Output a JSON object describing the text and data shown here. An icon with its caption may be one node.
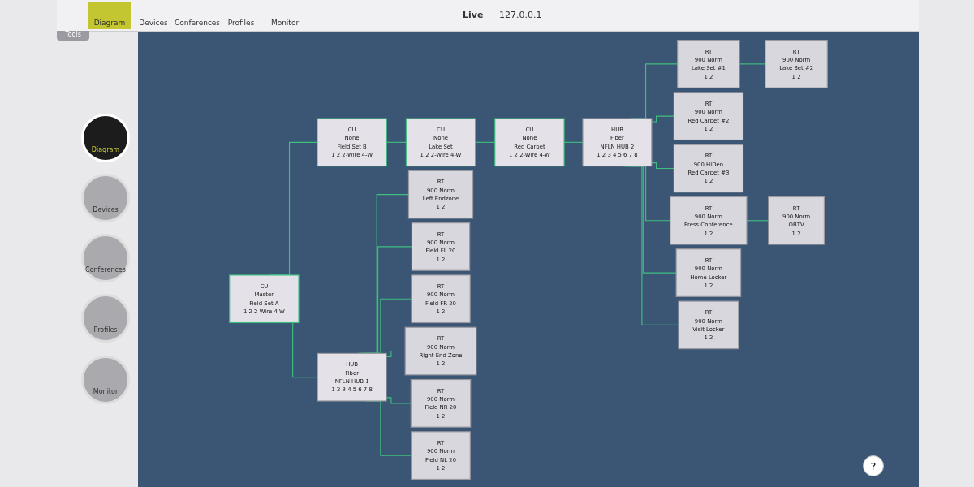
{
  "diagram": {
    "nodes": [
      {
        "text": [
          "CU",
          "Master",
          "Field Set A",
          "1 2 2-Wire 4-W"
        ]
      },
      {
        "text": [
          "HUB",
          "Fiber",
          "NFLN HUB 1",
          "1 2 3 4 5 6 7 8"
        ]
      },
      {
        "text": [
          "CU",
          "None",
          "Field Set B",
          "1 2 2-Wire 4-W"
        ]
      },
      {
        "text": [
          "CU",
          "None",
          "Lake Set",
          "1 2 2-Wire 4-W"
        ]
      },
      {
        "text": [
          "CU",
          "None",
          "Red Carpet",
          "1 2 2-Wire 4-W"
        ]
      },
      {
        "text": [
          "HUB",
          "Fiber",
          "NFLN HUB 2",
          "1 2 3 4 5 6 7 8"
        ]
      },
      {
        "text": [
          "RT",
          "900 Norm",
          "Left Endzone",
          "1 2"
        ]
      },
      {
        "text": [
          "RT",
          "900 Norm",
          "Field FL 20",
          "1 2"
        ]
      },
      {
        "text": [
          "RT",
          "900 Norm",
          "Field FR 20",
          "1 2"
        ]
      },
      {
        "text": [
          "RT",
          "900 Norm",
          "Right End Zone",
          "1 2"
        ]
      },
      {
        "text": [
          "RT",
          "900 Norm",
          "Field NR 20",
          "1 2"
        ]
      },
      {
        "text": [
          "RT",
          "900 Norm",
          "Field NL 20",
          "1 2"
        ]
      },
      {
        "text": [
          "RT",
          "900 Norm",
          "Lake Set #1",
          "1 2"
        ]
      },
      {
        "text": [
          "RT",
          "900 Norm",
          "Lake Set #2",
          "1 2"
        ]
      },
      {
        "text": [
          "RT",
          "900 Norm",
          "Red Carpet #2",
          "1 2"
        ]
      },
      {
        "text": [
          "RT",
          "900 HiDen",
          "Red Carpet #3",
          "1 2"
        ]
      },
      {
        "text": [
          "RT",
          "900 Norm",
          "Press Conference",
          "1 2"
        ]
      },
      {
        "text": [
          "RT",
          "900 Norm",
          "OBTV",
          "1 2"
        ]
      },
      {
        "text": [
          "RT",
          "900 Norm",
          "Home Locker",
          "1 2"
        ]
      },
      {
        "text": [
          "RT",
          "900 Norm",
          "Visit Locker",
          "1 2"
        ]
      }
    ],
    "edges": [
      {
        "from": 0,
        "to": 1,
        "arrow": "none"
      },
      {
        "from": 0,
        "to": 2,
        "arrow": "none"
      },
      {
        "from": 2,
        "to": 3,
        "arrow": "none"
      },
      {
        "from": 3,
        "to": 4,
        "arrow": "none"
      },
      {
        "from": 4,
        "to": 5,
        "arrow": "none"
      },
      {
        "from": 1,
        "to": 6,
        "arrow": "none"
      },
      {
        "from": 1,
        "to": 7,
        "arrow": "none"
      },
      {
        "from": 1,
        "to": 8,
        "arrow": "none"
      },
      {
        "from": 1,
        "to": 9,
        "arrow": "none"
      },
      {
        "from": 1,
        "to": 10,
        "arrow": "none"
      },
      {
        "from": 1,
        "to": 11,
        "arrow": "none"
      },
      {
        "from": 5,
        "to": 12,
        "arrow": "none"
      },
      {
        "from": 12,
        "to": 13,
        "arrow": "none"
      },
      {
        "from": 5,
        "to": 14,
        "arrow": "none"
      },
      {
        "from": 5,
        "to": 15,
        "arrow": "none"
      },
      {
        "from": 5,
        "to": 16,
        "arrow": "none"
      },
      {
        "from": 16,
        "to": 17,
        "arrow": "none"
      },
      {
        "from": 5,
        "to": 18,
        "arrow": "none"
      },
      {
        "from": 5,
        "to": 19,
        "arrow": "none"
      }
    ],
    "labels": [
      "Diagram",
      "Devices",
      "Conferences",
      "Profiles",
      "Monitor",
      "Tools",
      "Live",
      "127.0.0.1",
      "Diagram",
      "Devices",
      "Conferences",
      "Profiles",
      "Monitor",
      "?"
    ]
  }
}
